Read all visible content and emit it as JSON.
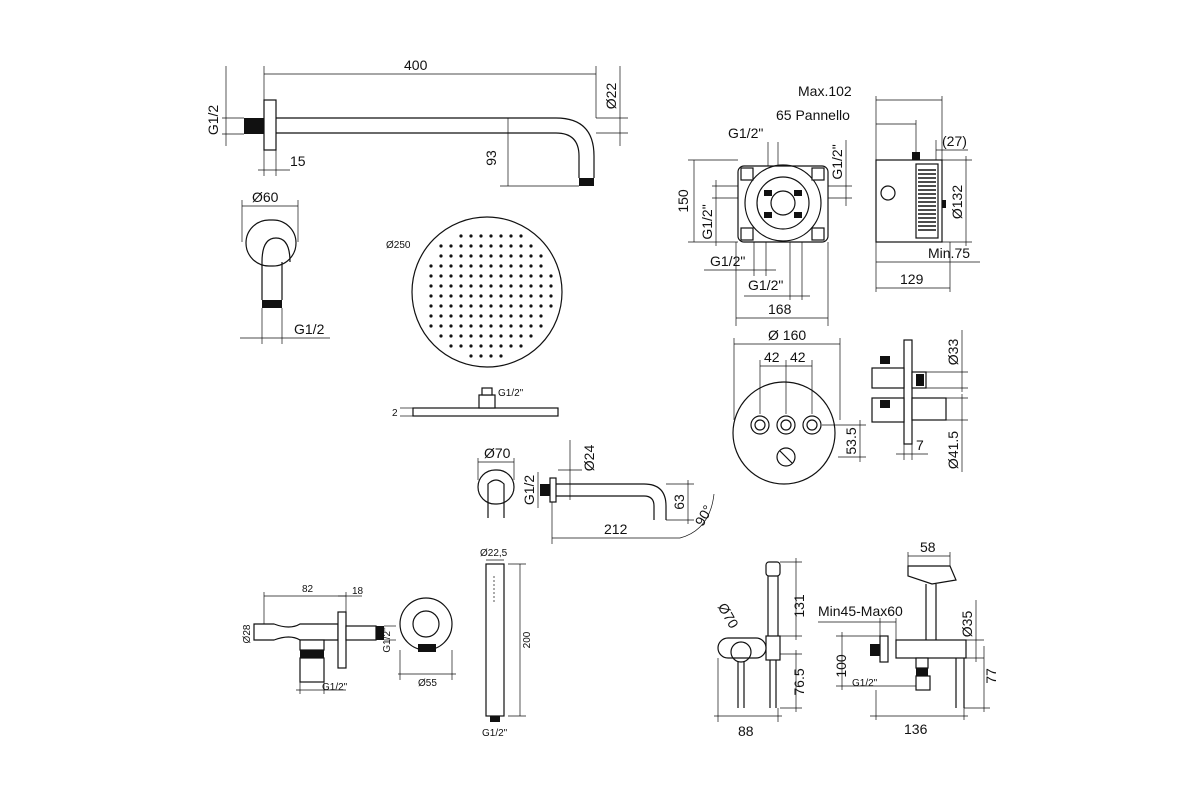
{
  "drawing": {
    "arm": {
      "length": "400",
      "diameter": "Ø22",
      "drop": "93",
      "flange": "15",
      "thread": "G1/2"
    },
    "flange_view": {
      "diameter": "Ø60",
      "thread": "G1/2"
    },
    "head": {
      "diameter": "Ø250",
      "connection": "G1/2\"",
      "thickness": "2"
    },
    "box": {
      "max_depth": "Max.102",
      "panel": "65 Pannello",
      "top_thread": "G1/2\"",
      "right_thread": "G1/2\"",
      "height": "150",
      "left_thread": "G1/2\"",
      "bottom_thread_a": "G1/2\"",
      "bottom_thread_b": "G1/2\"",
      "width": "168",
      "offset": "(27)",
      "diameter": "Ø132",
      "min_depth": "Min.75",
      "depth": "129"
    },
    "plate": {
      "diameter": "Ø 160",
      "spacing_left": "42",
      "spacing_right": "42",
      "knob_height": "53.5",
      "knob_diameter": "Ø33",
      "stem_diameter": "Ø41.5",
      "stem": "7"
    },
    "spout": {
      "flange": "Ø70",
      "thread": "G1/2",
      "diameter": "Ø24",
      "length": "212",
      "height": "63",
      "angle": "90°"
    },
    "outlet": {
      "length": "82",
      "flange": "18",
      "diameter": "Ø28",
      "side_thread": "G1/2\"",
      "bottom_thread": "G1/2\""
    },
    "holder": {
      "diameter": "Ø55"
    },
    "bar": {
      "diameter": "Ø22,5",
      "length": "200",
      "thread": "G1/2\""
    },
    "bidet_side": {
      "flange": "Ø70",
      "height": "131",
      "base_height": "76.5",
      "width": "88"
    },
    "bidet_valve": {
      "width": "58",
      "range": "Min45-Max60",
      "diameter": "Ø35",
      "height": "100",
      "thread": "G1/2\"",
      "side_height": "77",
      "length": "136"
    }
  }
}
